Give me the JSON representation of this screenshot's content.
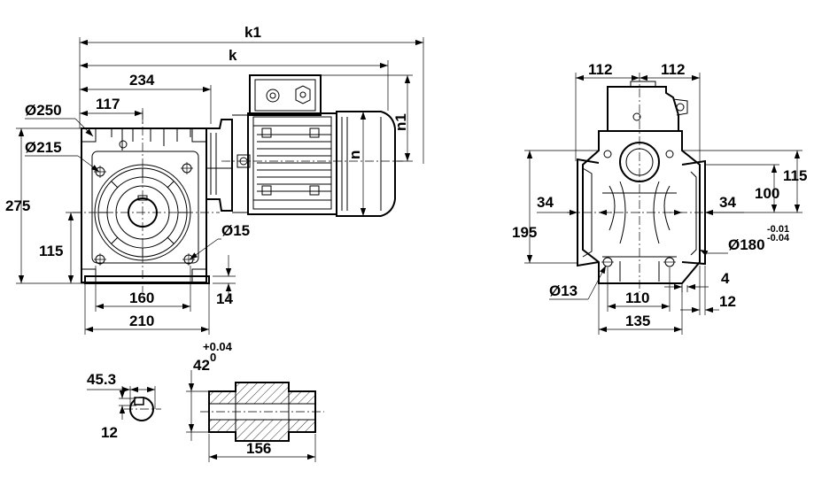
{
  "dimensions": {
    "k1": "k1",
    "k": "k",
    "l234": "234",
    "l117": "117",
    "d250": "Ø250",
    "d215": "Ø215",
    "h275": "275",
    "h115_left": "115",
    "d15": "Ø15",
    "w160": "160",
    "w210": "210",
    "w14": "14",
    "n": "n",
    "n1": "n1",
    "w112_left": "112",
    "w112_right": "112",
    "h115_right": "115",
    "h100": "100",
    "w34_left": "34",
    "w34_right": "34",
    "h195": "195",
    "d180": "Ø180",
    "tol_upper": "-0.01",
    "tol_lower": "-0.04",
    "d13": "Ø13",
    "w4": "4",
    "w110": "110",
    "w12_right": "12",
    "w135": "135",
    "w45_3": "45.3",
    "w12_key": "12",
    "bore42": "42",
    "bore_tol_upper": "+0.04",
    "bore_tol_lower": "0",
    "w156": "156"
  }
}
